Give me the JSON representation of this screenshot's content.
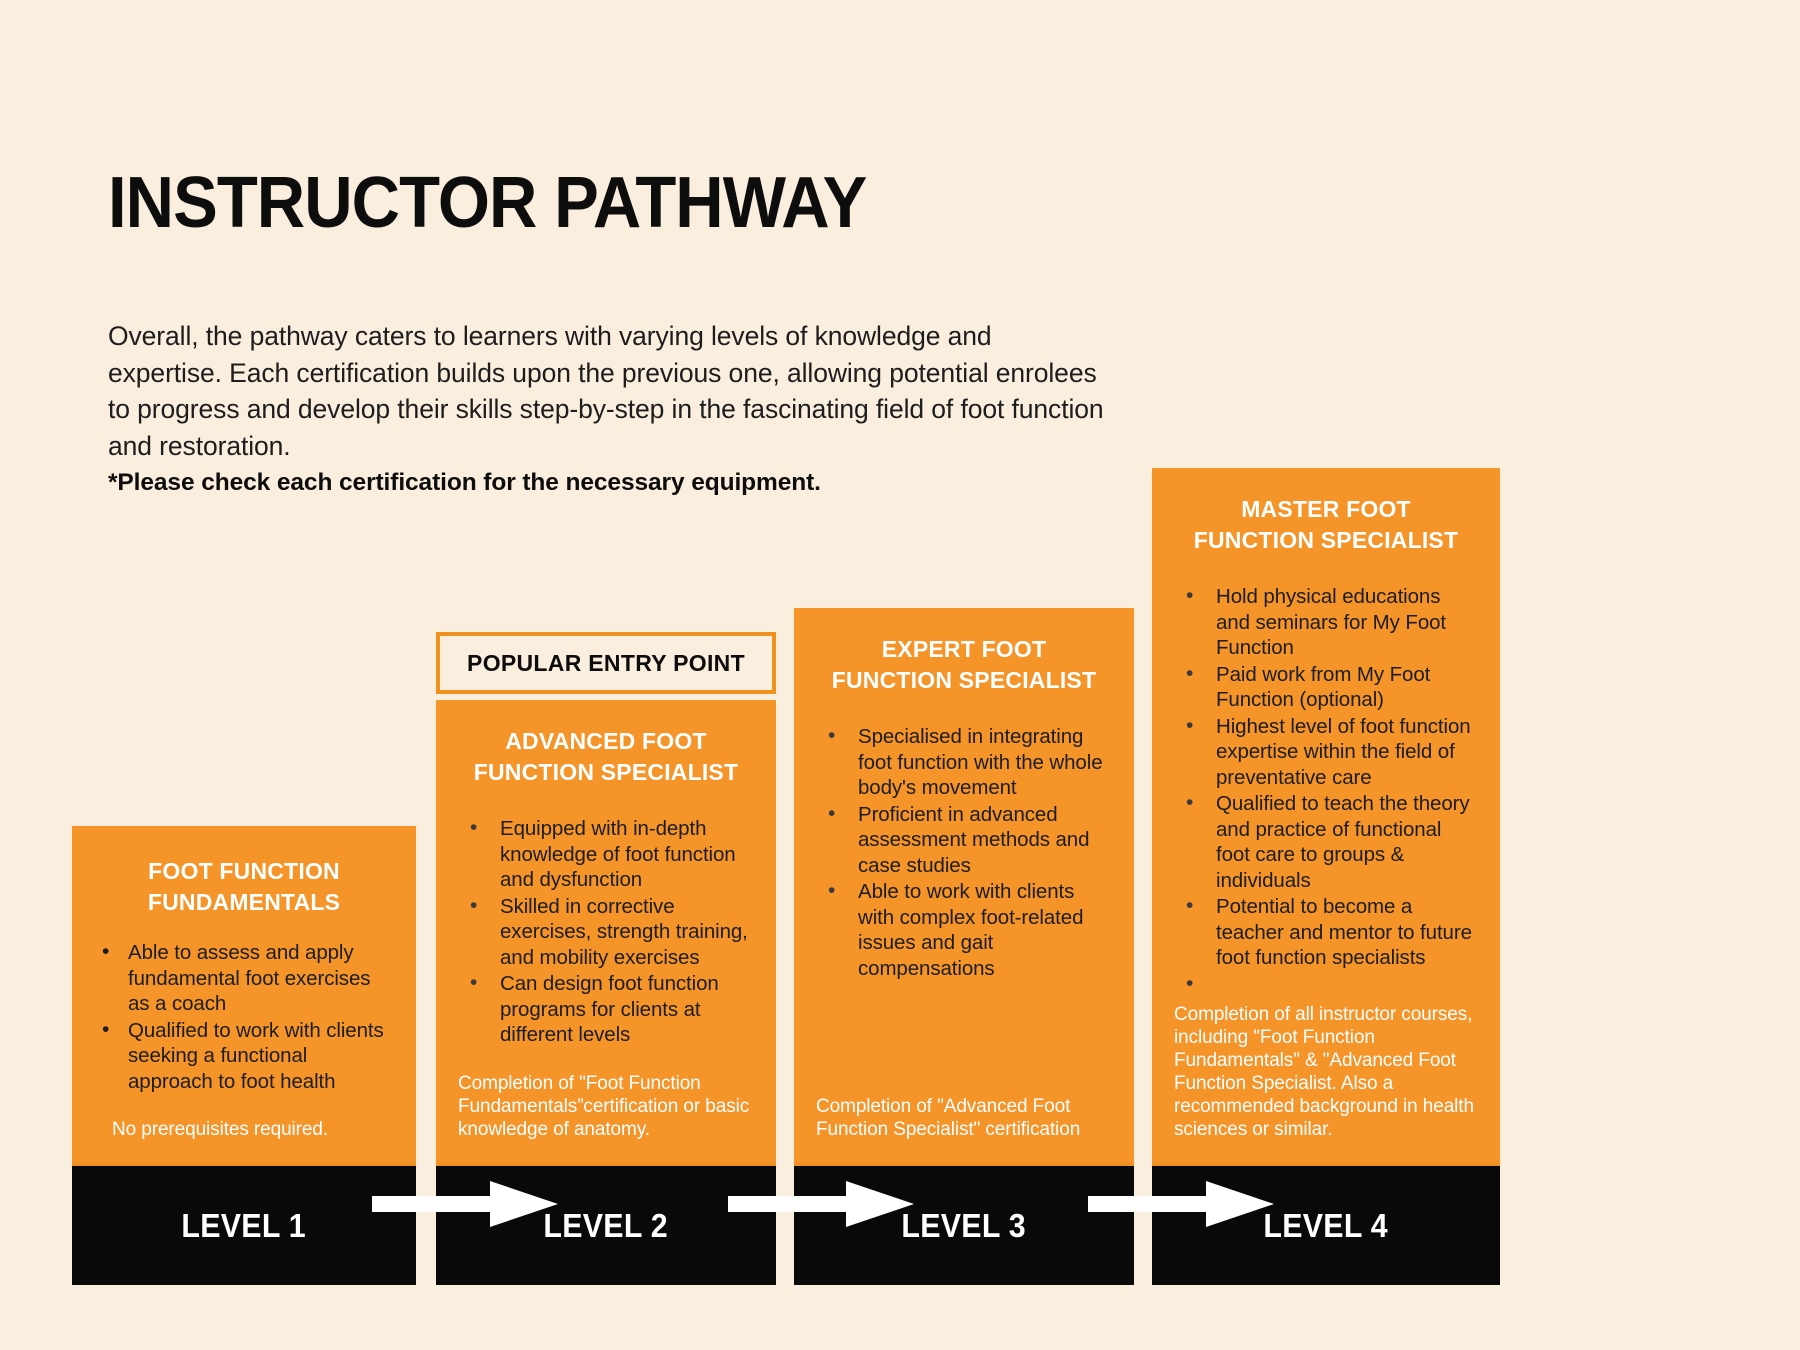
{
  "header": {
    "title": "INSTRUCTOR PATHWAY",
    "paragraph": "Overall, the pathway caters to learners with varying levels of knowledge and expertise. Each certification builds upon the previous one, allowing potential enrolees to progress and develop their skills step-by-step in the fascinating field of foot function and restoration.",
    "note": "*Please check each certification for the necessary equipment."
  },
  "colors": {
    "background": "#faeede",
    "card_orange": "#f49429",
    "banner_border": "#f0901f",
    "level_bar": "#090909",
    "title_text": "#0d0d0d",
    "card_title_text": "#ffffff",
    "bullet_text": "#1d1d1d",
    "note_text": "#ffffff"
  },
  "columns": [
    {
      "id": "level-1",
      "banner": null,
      "title_line_1": "FOOT FUNCTION",
      "title_line_2": "FUNDAMENTALS",
      "bullets": [
        "Able to assess and apply fundamental foot exercises as a coach",
        "Qualified to work with clients seeking a functional approach to foot health"
      ],
      "note": "No prerequisites required.",
      "level_label": "LEVEL 1"
    },
    {
      "id": "level-2",
      "banner": "POPULAR ENTRY POINT",
      "title_line_1": "ADVANCED FOOT",
      "title_line_2": "FUNCTION SPECIALIST",
      "bullets": [
        "Equipped with in-depth knowledge of foot function and dysfunction",
        "Skilled in corrective exercises, strength training, and mobility exercises",
        "Can design foot function programs for clients at different levels"
      ],
      "note": "Completion of \"Foot Function Fundamentals”certification or basic knowledge of anatomy.",
      "level_label": "LEVEL 2"
    },
    {
      "id": "level-3",
      "banner": null,
      "title_line_1": "EXPERT FOOT",
      "title_line_2": "FUNCTION SPECIALIST",
      "bullets": [
        "Specialised in integrating foot function with the whole body's movement",
        "Proficient in advanced assessment methods and case studies",
        "Able to work with clients with complex foot-related issues and gait compensations"
      ],
      "note": "Completion of \"Advanced Foot Function Specialist\" certification",
      "level_label": "LEVEL 3"
    },
    {
      "id": "level-4",
      "banner": null,
      "title_line_1": "MASTER FOOT",
      "title_line_2": "FUNCTION SPECIALIST",
      "bullets": [
        "Hold physical educations and seminars for My Foot Function",
        "Paid work from My Foot Function (optional)",
        "Highest level of foot function expertise within the field of preventative care",
        "Qualified to teach the theory and practice of functional foot care to groups & individuals",
        "Potential to become a teacher and mentor to future foot function specialists",
        ""
      ],
      "note": "Completion of all instructor courses, including \"Foot Function Fundamentals\" & \"Advanced Foot Function Specialist. Also a recommended background in health sciences or similar.",
      "level_label": "LEVEL 4"
    }
  ],
  "arrows": [
    {
      "name": "arrow-level-1-to-2"
    },
    {
      "name": "arrow-level-2-to-3"
    },
    {
      "name": "arrow-level-3-to-4"
    }
  ]
}
